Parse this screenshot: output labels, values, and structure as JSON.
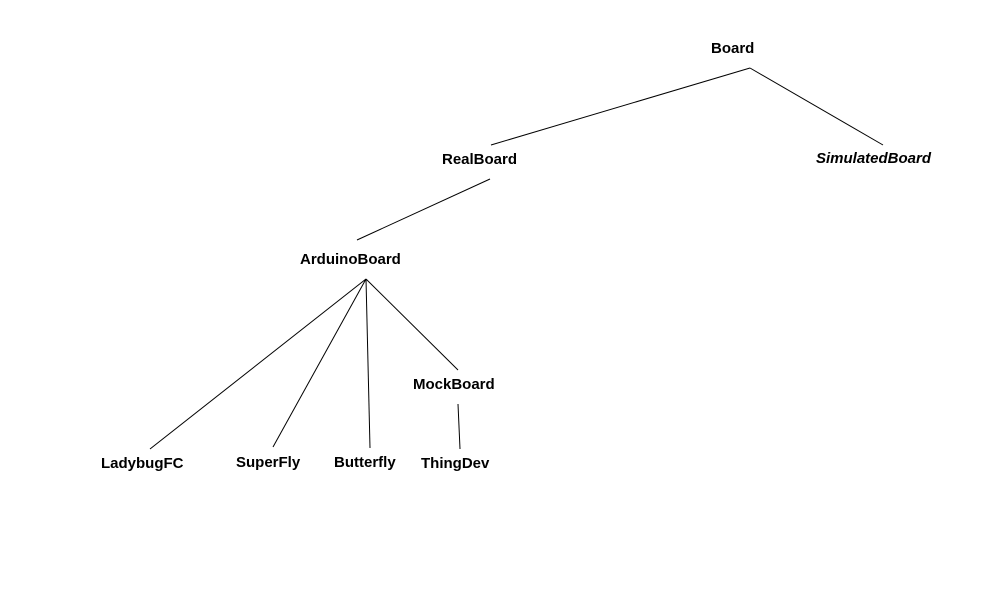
{
  "nodes": {
    "board": "Board",
    "realboard": "RealBoard",
    "simulatedboard": "SimulatedBoard",
    "arduinoboard": "ArduinoBoard",
    "mockboard": "MockBoard",
    "ladybugfc": "LadybugFC",
    "superfly": "SuperFly",
    "butterfly": "Butterfly",
    "thingdev": "ThingDev"
  },
  "edges": [
    [
      "board",
      "realboard"
    ],
    [
      "board",
      "simulatedboard"
    ],
    [
      "realboard",
      "arduinoboard"
    ],
    [
      "arduinoboard",
      "ladybugfc"
    ],
    [
      "arduinoboard",
      "superfly"
    ],
    [
      "arduinoboard",
      "butterfly"
    ],
    [
      "arduinoboard",
      "mockboard"
    ],
    [
      "mockboard",
      "thingdev"
    ]
  ],
  "colors": {
    "edge": "#000000",
    "text": "#000000",
    "background": "#ffffff"
  }
}
